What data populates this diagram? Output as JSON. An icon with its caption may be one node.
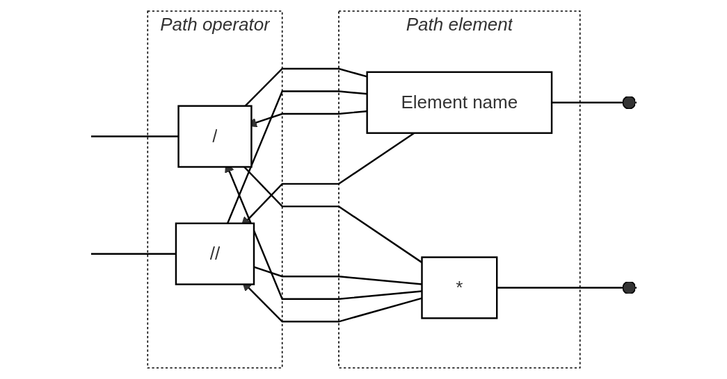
{
  "diagram": {
    "nodes": [
      {
        "text": [
          "Path operator"
        ]
      },
      {
        "text": [
          "/"
        ],
        "in": 0
      },
      {
        "text": [
          "//"
        ],
        "in": 0
      },
      {
        "text": [
          "Path element"
        ]
      },
      {
        "text": [
          "Element name"
        ],
        "in": 3
      },
      {
        "text": [
          "*"
        ],
        "in": 3
      }
    ],
    "edges": [
      {
        "from": null,
        "to": 1,
        "arrow": "none"
      },
      {
        "from": null,
        "to": 2,
        "arrow": "none"
      },
      {
        "from": 1,
        "to": 4,
        "arrow": "none"
      },
      {
        "from": 1,
        "to": 5,
        "arrow": "none"
      },
      {
        "from": 2,
        "to": 4,
        "arrow": "none"
      },
      {
        "from": 2,
        "to": 5,
        "arrow": "none"
      },
      {
        "from": 4,
        "to": null,
        "arrow": "other"
      },
      {
        "from": 5,
        "to": null,
        "arrow": "other"
      },
      {
        "from": 4,
        "to": 1,
        "arrow": "to"
      },
      {
        "from": 4,
        "to": 2,
        "arrow": "to"
      },
      {
        "from": 5,
        "to": 1,
        "arrow": "to"
      },
      {
        "from": 5,
        "to": 2,
        "arrow": "to"
      }
    ]
  }
}
